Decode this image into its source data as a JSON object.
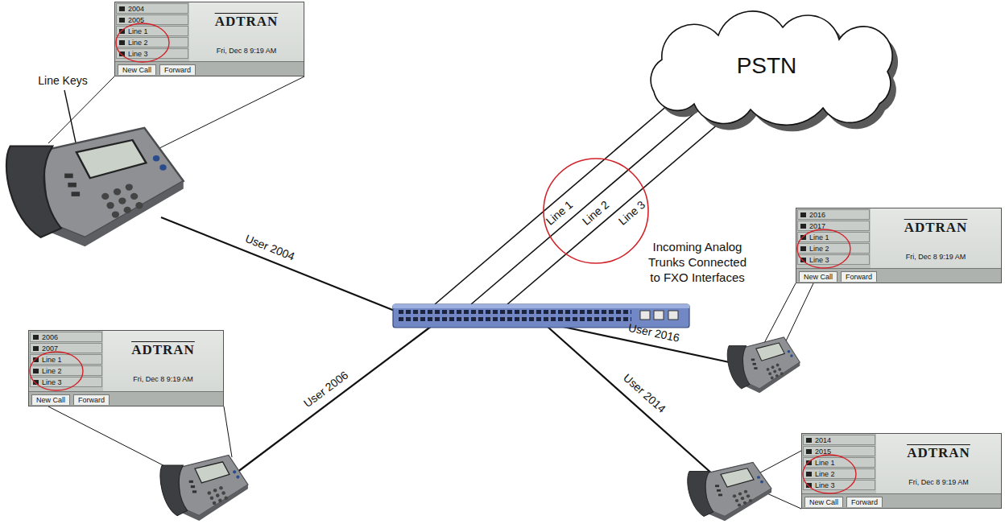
{
  "diagram": {
    "nodes": [
      {
        "text": [
          "2004",
          "2005",
          "Line 1",
          "Line 2",
          "Line 3",
          "ADTRAN",
          "Fri, Dec 8 9:19 AM",
          "New Call",
          "Forward"
        ]
      },
      {
        "text": [
          "PSTN"
        ]
      },
      {
        "text": [
          "2016",
          "2017",
          "Line 1",
          "Line 2",
          "Line 3",
          "ADTRAN",
          "Fri, Dec 8 9:19 AM",
          "New Call",
          "Forward"
        ]
      },
      {
        "text": [
          "2006",
          "2007",
          "Line 1",
          "Line 2",
          "Line 3",
          "ADTRAN",
          "Fri, Dec 8 9:19 AM",
          "New Call",
          "Forward"
        ]
      },
      {
        "text": [
          "2014",
          "2015",
          "Line 1",
          "Line 2",
          "Line 3",
          "ADTRAN",
          "Fri, Dec 8 9:19 AM",
          "New Call",
          "Forward"
        ]
      }
    ],
    "labels": [
      "Line Keys",
      "User 2004",
      "Line 1",
      "Line 2",
      "Line 3",
      "Incoming Analog Trunks Connected to FXO Interfaces",
      "User 2006",
      "User 2016",
      "User 2014"
    ]
  }
}
